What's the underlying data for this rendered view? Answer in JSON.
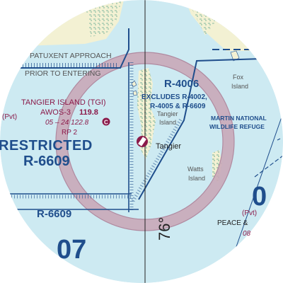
{
  "map": {
    "colors": {
      "water": "#cdeaf2",
      "land": "#f3f1d3",
      "ring": "#c9a8b8",
      "restricted_blue": "#1f4e8c",
      "airport_magenta": "#8b1a4a",
      "marsh": "#4a9a86"
    },
    "airspace": {
      "r4006_id": "R-4006",
      "r4006_excludes_1": "EXCLUDES R-4002,",
      "r4006_excludes_2": "R-4005 & R-6609",
      "restricted_word": "RESTRICTED",
      "r6609_id_upper": "R-6609",
      "r6609_id_lower": "R-6609",
      "patuxent_line_1": "PATUXENT APPROACH",
      "patuxent_line_2": "PRIOR TO ENTERING"
    },
    "airport": {
      "name": "TANGIER ISLAND (TGI)",
      "awos_label": "AWOS-3",
      "awos_freq": "119.8",
      "runway_info": "05 – 24 122.8",
      "ctaf_symbol": "C",
      "reporting_point": "RP 2",
      "town_label": "Tangier"
    },
    "places": {
      "tangier_island": [
        "Tangier",
        "Island"
      ],
      "fox_island": [
        "Fox",
        "Island"
      ],
      "watts_island": [
        "Watts",
        "Island"
      ],
      "refuge": [
        "MARTIN NATIONAL",
        "WILDLIFE REFUGE"
      ]
    },
    "misc": {
      "left_pvt": "(Pvt)",
      "right_pvt": "(Pvt)",
      "peace_label": "PEACE &",
      "peace_number": "08",
      "course": "76°",
      "left_big_number": "07",
      "right_big_number": "0"
    }
  }
}
